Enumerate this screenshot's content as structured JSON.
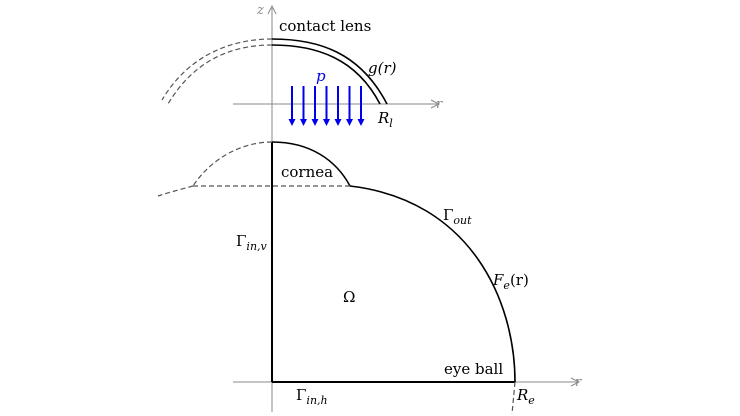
{
  "colors": {
    "axis": "#8a8a8a",
    "outline": "#000000",
    "dashed": "#555555",
    "pressure": "#0000ee"
  },
  "axes": {
    "top_z": "z",
    "top_r": "r",
    "bottom_r": "r"
  },
  "labels": {
    "contact_lens": "contact lens",
    "g_of_r": "g(r)",
    "pressure": "p",
    "R_l": "R",
    "R_l_sub": "l",
    "cornea": "cornea",
    "gamma_out": "Γ",
    "gamma_out_sub": "out",
    "gamma_in_v": "Γ",
    "gamma_in_v_sub": "in,v",
    "omega": "Ω",
    "F_e_r": "F",
    "F_e_sub": "e",
    "F_e_tail": "(r)",
    "eye_ball": "eye ball",
    "gamma_in_h": "Γ",
    "gamma_in_h_sub": "in,h",
    "R_e": "R",
    "R_e_sub": "e"
  },
  "pressure_arrows": {
    "count": 7
  }
}
